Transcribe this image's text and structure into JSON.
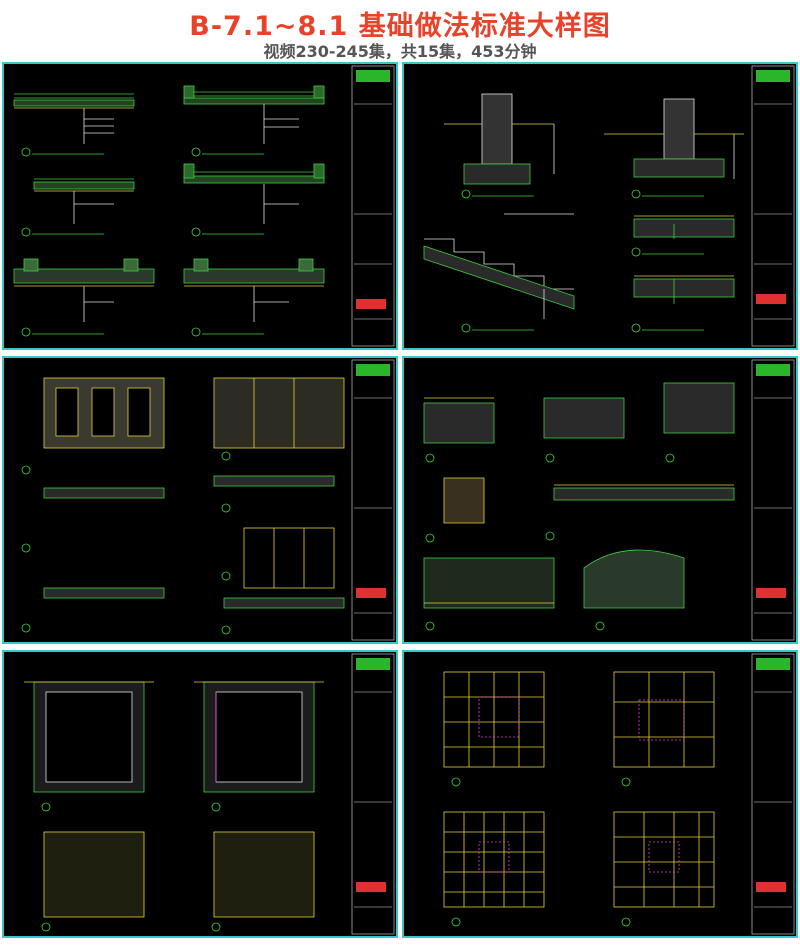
{
  "header": {
    "title": "B-7.1~8.1 基础做法标准大样图",
    "subtitle": "视频230-245集，共15集，453分钟"
  },
  "colors": {
    "title": "#e8432a",
    "subtitle": "#555555",
    "frame": "#35c8c8",
    "sheet_bg": "#000000",
    "line_green": "#3fcf3f",
    "line_yellow": "#e6d23a",
    "line_white": "#e0e0e0",
    "line_magenta": "#e040e0",
    "line_red": "#e03030"
  },
  "sheets": [
    {
      "id": "sheet-1",
      "logo": "logo-badge-icon"
    },
    {
      "id": "sheet-2",
      "logo": "logo-badge-icon"
    },
    {
      "id": "sheet-3",
      "logo": "logo-badge-icon"
    },
    {
      "id": "sheet-4",
      "logo": "logo-badge-icon"
    },
    {
      "id": "sheet-5",
      "logo": "logo-badge-icon"
    },
    {
      "id": "sheet-6",
      "logo": "logo-badge-icon"
    }
  ]
}
